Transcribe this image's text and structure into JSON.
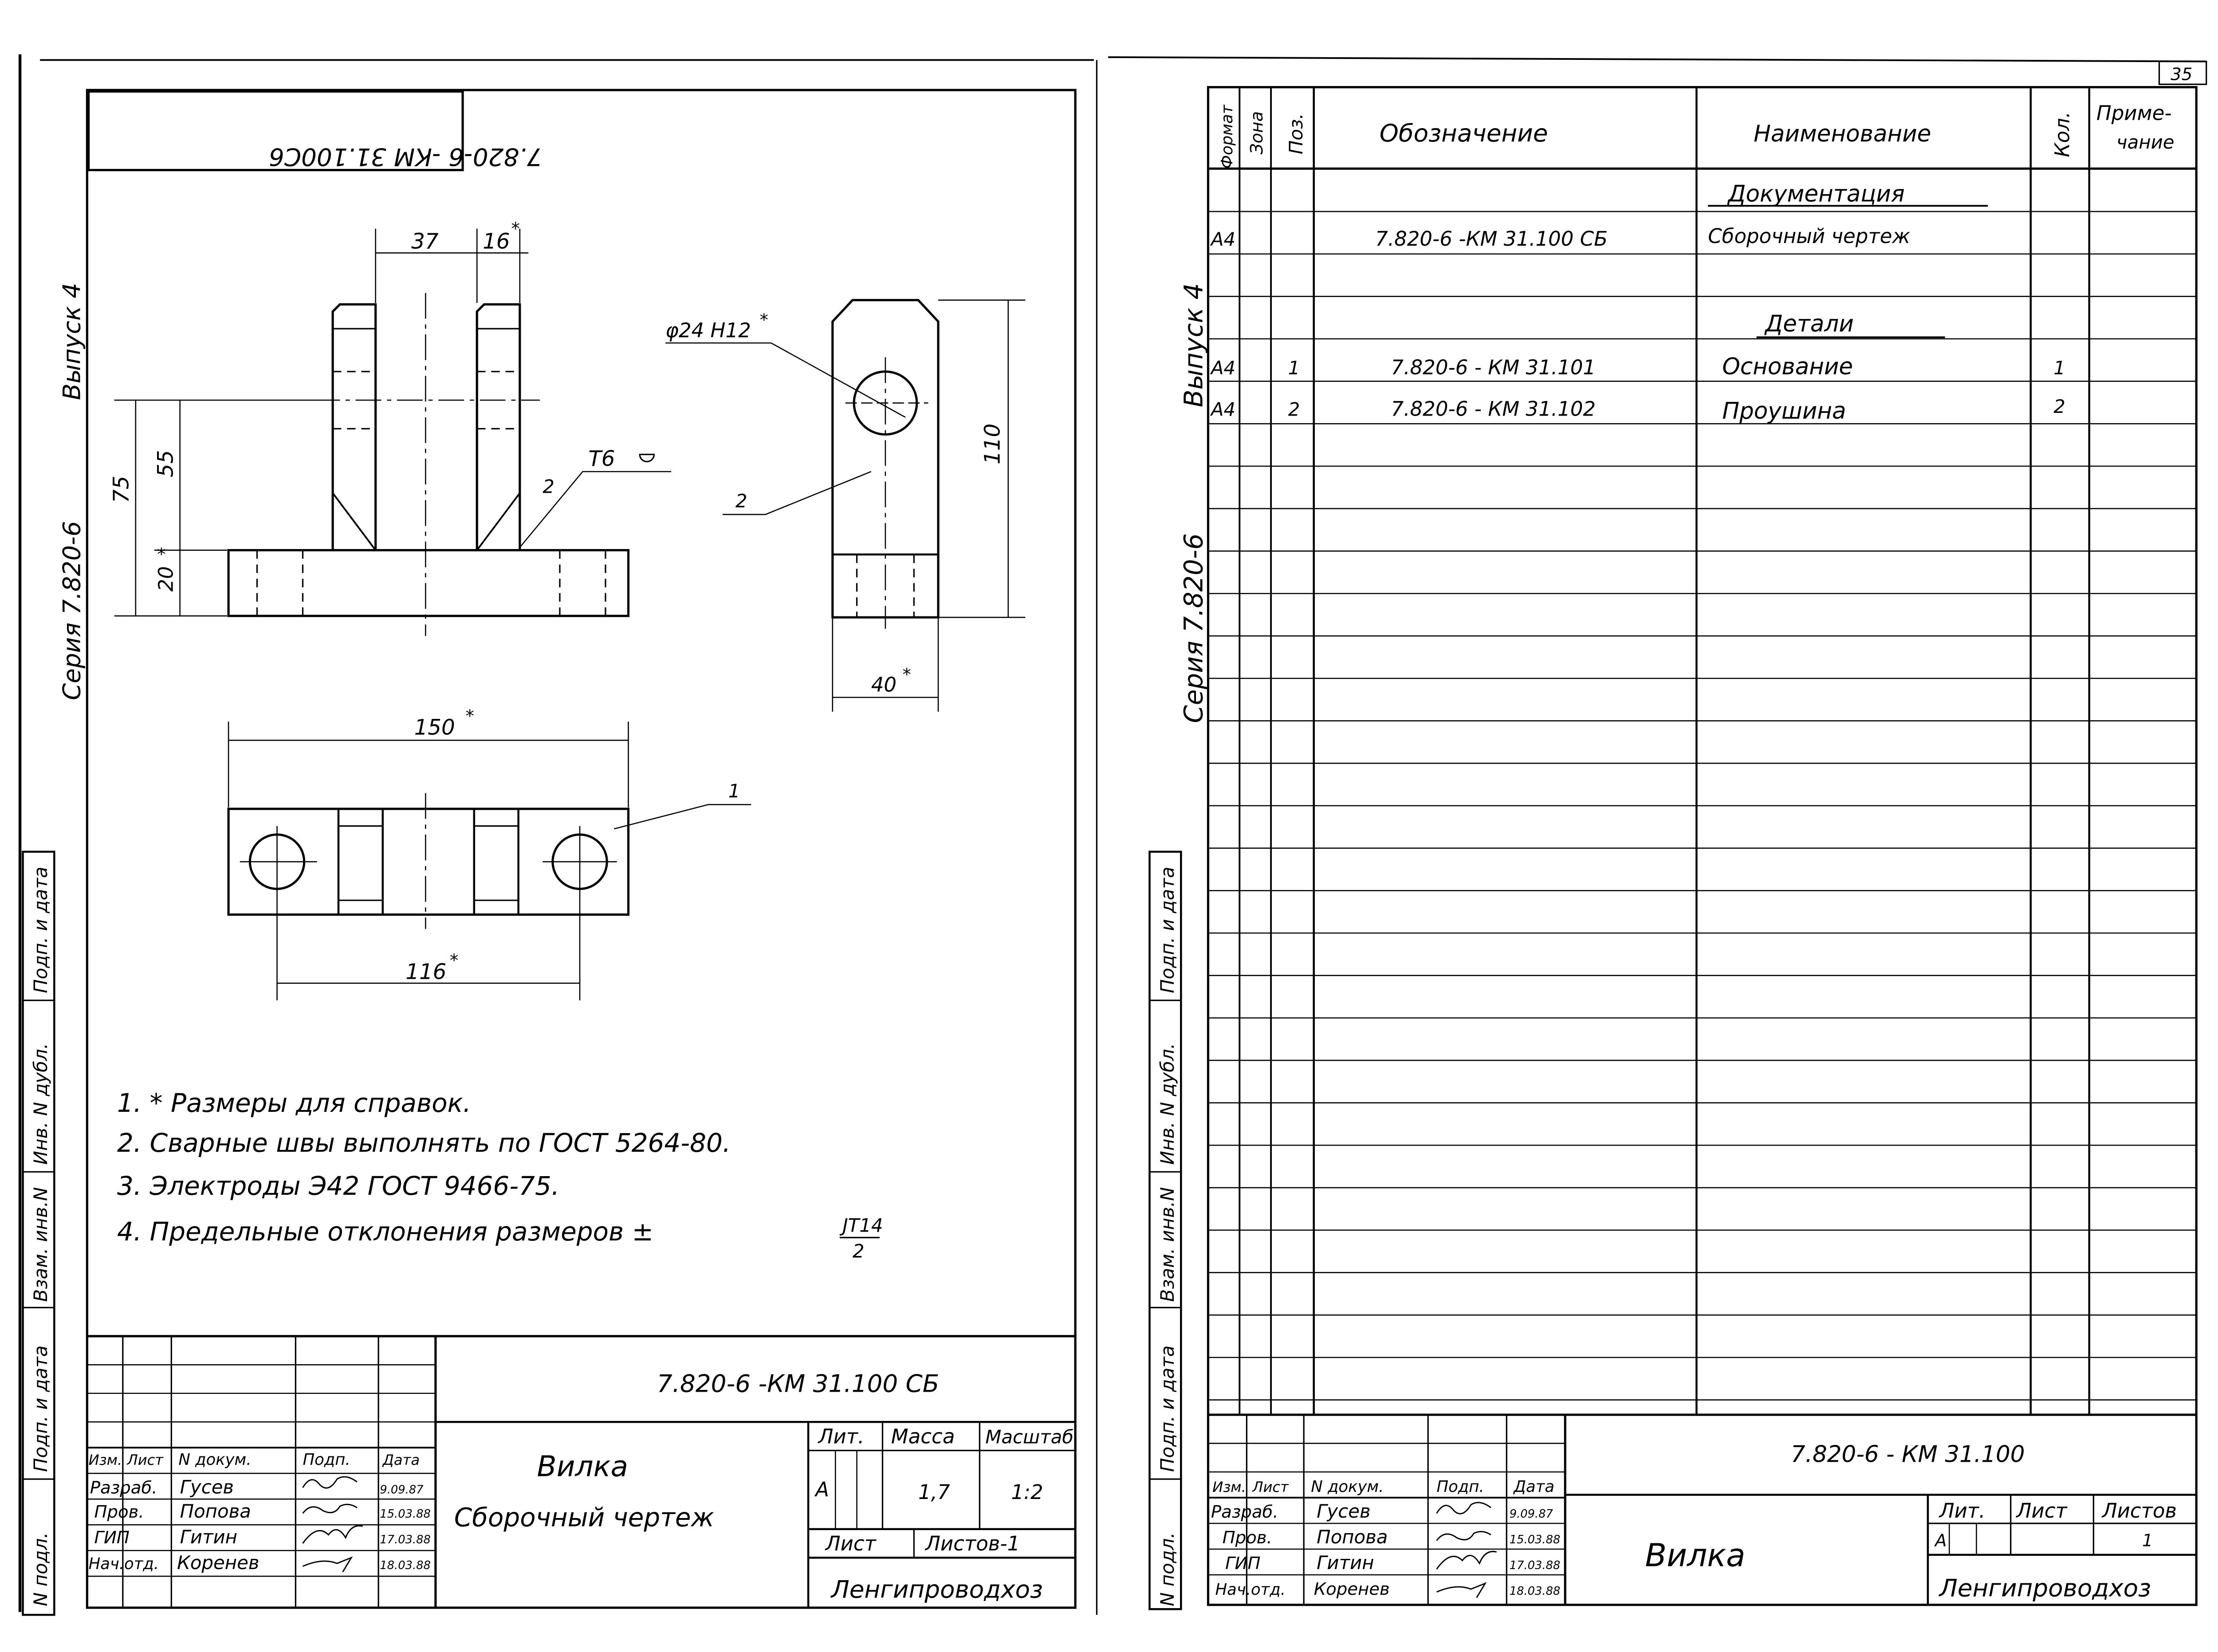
{
  "page_number": "35",
  "left": {
    "stamp": "7.820-6 -КМ 31.100С6",
    "side_series": "Серия 7.820-6",
    "side_issue": "Выпуск 4",
    "margin_labels": [
      "Подп. и дата",
      "Инв. N дубл.",
      "Взам. инв.N",
      "Подп. и дата",
      "N подл."
    ],
    "dims": {
      "d37": "37",
      "d16": "16",
      "d75": "75",
      "d55": "55",
      "d20": "20",
      "d150": "150",
      "d116": "116",
      "d110": "110",
      "d40": "40",
      "hole": "φ24 H12",
      "weld": "T6",
      "pos2": "2",
      "pos2b": "2",
      "pos1": "1",
      "star": "*"
    },
    "notes": [
      "1. * Размеры для справок.",
      "2. Сварные швы выполнять по ГОСТ 5264-80.",
      "3. Электроды Э42 ГОСТ 9466-75.",
      "4. Предельные отклонения размеров ±"
    ],
    "tol_num": "JT14",
    "tol_den": "2",
    "title_block": {
      "code": "7.820-6 -КМ 31.100 СБ",
      "heads": [
        "Изм.",
        "Лист",
        "N докум.",
        "Подп.",
        "Дата"
      ],
      "rows": [
        {
          "role": "Разраб.",
          "name": "Гусев",
          "date": "9.09.87"
        },
        {
          "role": "Пров.",
          "name": "Попова",
          "date": "15.03.88"
        },
        {
          "role": "ГИП",
          "name": "Гитин",
          "date": "17.03.88"
        },
        {
          "role": "Нач.отд.",
          "name": "Коренев",
          "date": "18.03.88"
        }
      ],
      "name1": "Вилка",
      "name2": "Сборочный чертеж",
      "lit_head": "Лит.",
      "mass_head": "Масса",
      "scale_head": "Масштаб",
      "lit": "А",
      "mass": "1,7",
      "scale": "1:2",
      "sheet_label": "Лист",
      "sheets_label": "Листов-1",
      "org": "Ленгипроводхоз"
    }
  },
  "right": {
    "side_series": "Серия 7.820-6",
    "side_issue": "Выпуск 4",
    "margin_labels": [
      "Подп. и дата",
      "Инв. N дубл.",
      "Взам. инв.N",
      "Подп. и дата",
      "N подл."
    ],
    "head": {
      "format": "Формат",
      "zone": "Зона",
      "pos": "Поз.",
      "designation": "Обозначение",
      "name": "Наименование",
      "qty": "Кол.",
      "note1": "Приме-",
      "note2": "чание"
    },
    "sections": [
      {
        "name": "Документация"
      },
      {
        "name": "Детали"
      }
    ],
    "rows": [
      {
        "format": "А4",
        "pos": "",
        "designation": "7.820-6 -КМ 31.100 СБ",
        "name": "Сборочный чертеж",
        "qty": ""
      },
      {
        "format": "А4",
        "pos": "1",
        "designation": "7.820-6 - КМ 31.101",
        "name": "Основание",
        "qty": "1"
      },
      {
        "format": "А4",
        "pos": "2",
        "designation": "7.820-6 - КМ 31.102",
        "name": "Проушина",
        "qty": "2"
      }
    ],
    "title_block": {
      "code": "7.820-6 - КМ 31.100",
      "heads": [
        "Изм.",
        "Лист",
        "N докум.",
        "Подп.",
        "Дата"
      ],
      "rows": [
        {
          "role": "Разраб.",
          "name": "Гусев",
          "date": "9.09.87"
        },
        {
          "role": "Пров.",
          "name": "Попова",
          "date": "15.03.88"
        },
        {
          "role": "ГИП",
          "name": "Гитин",
          "date": "17.03.88"
        },
        {
          "role": "Нач.отд.",
          "name": "Коренев",
          "date": "18.03.88"
        }
      ],
      "name": "Вилка",
      "lit_head": "Лит.",
      "sheet_head": "Лист",
      "sheets_head": "Листов",
      "lit": "А",
      "sheets": "1",
      "org": "Ленгипроводхоз"
    }
  }
}
